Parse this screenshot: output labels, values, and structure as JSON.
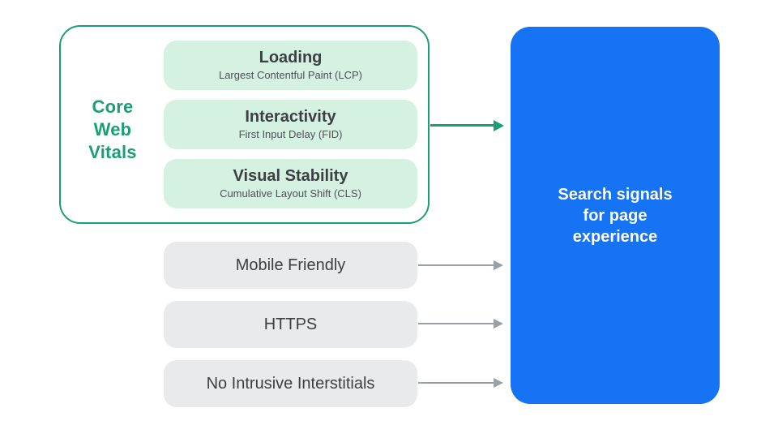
{
  "colors": {
    "green_accent": "#1a9e77",
    "green_light_fill": "#d5f1e1",
    "gray_fill": "#e9eaeb",
    "blue_fill": "#1673f4",
    "text_dark": "#3c4043",
    "text_subtitle": "#4d5156",
    "arrow_gray": "#9aa0a6",
    "text_on_blue": "#ffffff"
  },
  "core_web_vitals": {
    "label_lines": [
      "Core",
      "Web",
      "Vitals"
    ],
    "items": [
      {
        "title": "Loading",
        "subtitle": "Largest Contentful Paint (LCP)"
      },
      {
        "title": "Interactivity",
        "subtitle": "First Input Delay (FID)"
      },
      {
        "title": "Visual Stability",
        "subtitle": "Cumulative Layout Shift (CLS)"
      }
    ]
  },
  "other_signals": [
    "Mobile Friendly",
    "HTTPS",
    "No Intrusive Interstitials"
  ],
  "result_box": {
    "label_lines": [
      "Search signals",
      "for page",
      "experience"
    ]
  }
}
